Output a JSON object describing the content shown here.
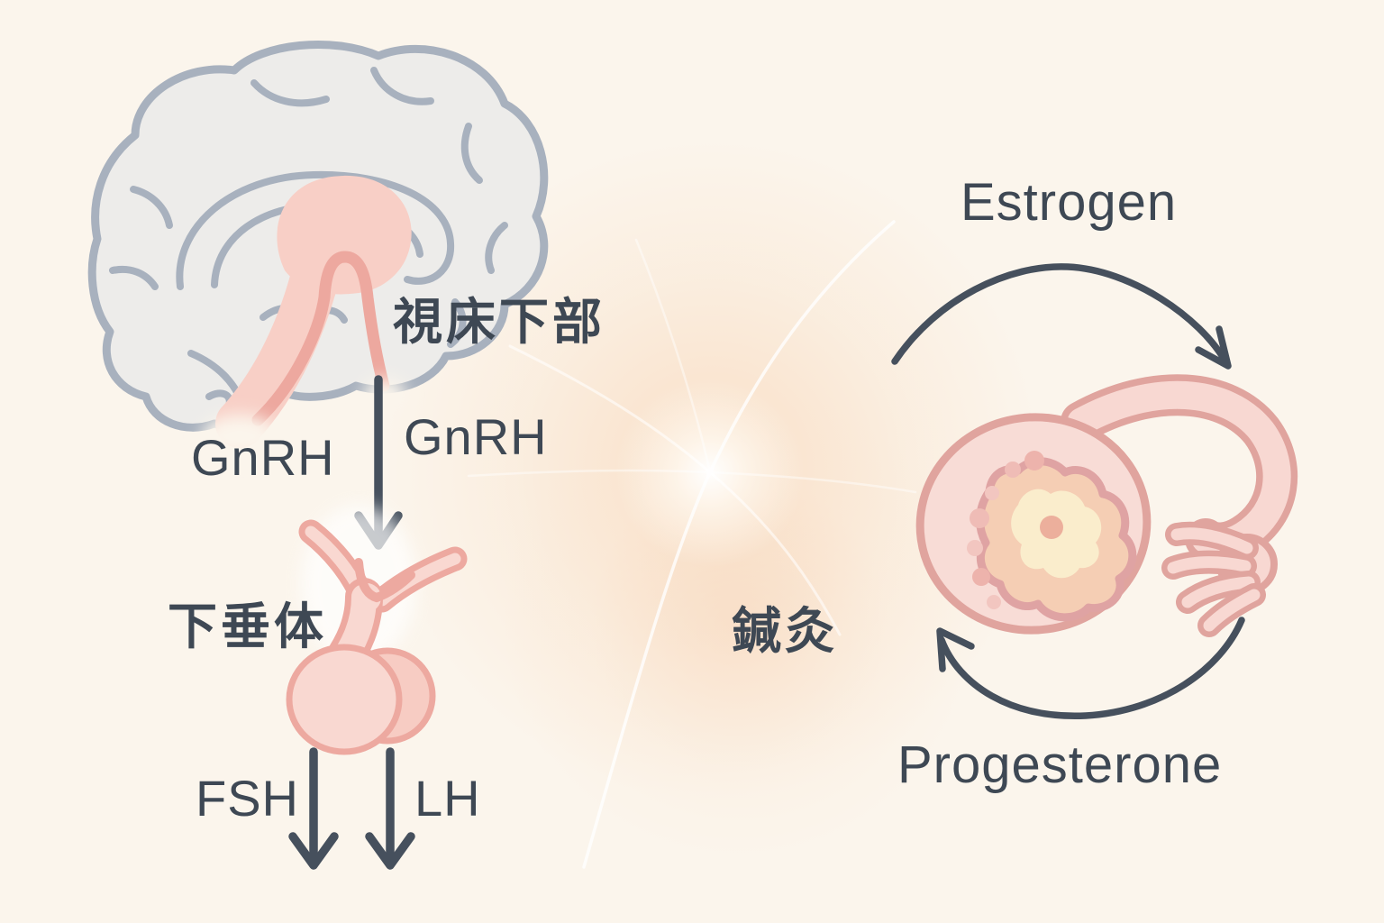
{
  "labels": {
    "hypothalamus": "視床下部",
    "gnrh_side": "GnRH",
    "gnrh_arrow": "GnRH",
    "pituitary": "下垂体",
    "fsh": "FSH",
    "lh": "LH",
    "estrogen": "Estrogen",
    "progesterone": "Progesterone",
    "acupuncture": "鍼灸"
  },
  "illustrations": [
    {
      "name": "brain-with-hypothalamus",
      "style": "outline",
      "fill": "#EDECEA",
      "line": "#A8B1BE",
      "accent_fill": "#F8CFC6",
      "accent_line": "#EDA89F"
    },
    {
      "name": "pituitary-gland",
      "fill": "#F9D8D1",
      "line": "#EDA9A0"
    },
    {
      "name": "ovary-with-fallopian-tube",
      "fill": "#F8DCD6",
      "line": "#E0A49E",
      "corpus_luteum_fill": "#F5CEB4",
      "corpus_luteum_line": "#DFA3A3",
      "corpus_luteum_inner": "#FAEDCC",
      "center_dot": "#ECAF9C"
    }
  ],
  "arrows": [
    {
      "name": "gnrh-down-arrow",
      "direction": "down",
      "label": "GnRH"
    },
    {
      "name": "fsh-down-arrow",
      "direction": "down",
      "label": "FSH"
    },
    {
      "name": "lh-down-arrow",
      "direction": "down",
      "label": "LH"
    },
    {
      "name": "estrogen-arc",
      "direction": "clockwise-over-top",
      "label": "Estrogen"
    },
    {
      "name": "progesterone-arc",
      "direction": "counter-bottom-to-left",
      "label": "Progesterone"
    }
  ],
  "colors": {
    "background": "#FBF5EC",
    "text": "#3E4854",
    "arrow": "#46505D",
    "glow_peach": "#F8D5B6",
    "glow_core": "#FFFFFF"
  }
}
